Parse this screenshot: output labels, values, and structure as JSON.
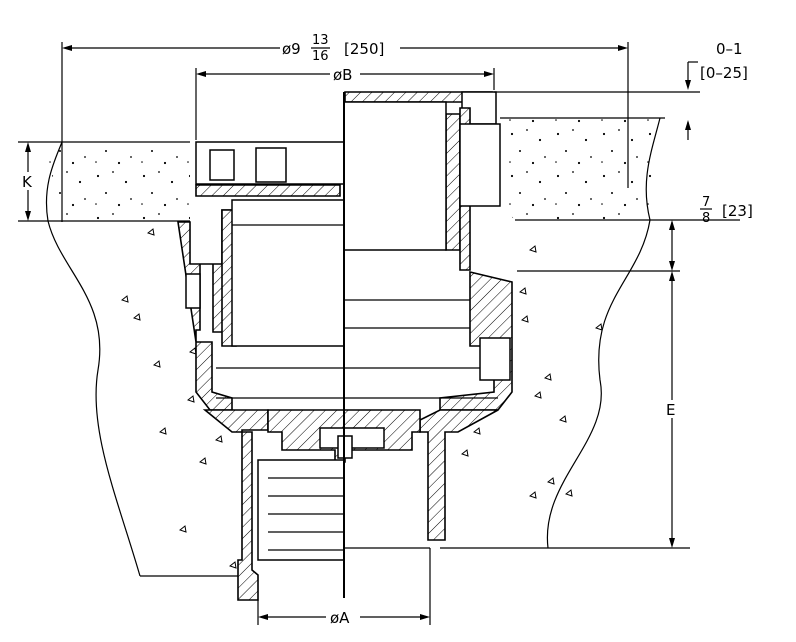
{
  "dimensions": {
    "overall_diameter": {
      "prefix": "ø9",
      "num": "13",
      "den": "16",
      "metric": "[250]"
    },
    "dia_b": "øB",
    "dia_a": "øA",
    "k": "K",
    "e": "E",
    "adjust": {
      "imperial": "0–1",
      "metric": "[0–25]"
    },
    "flange": {
      "num": "7",
      "den": "8",
      "metric": "[23]"
    }
  }
}
